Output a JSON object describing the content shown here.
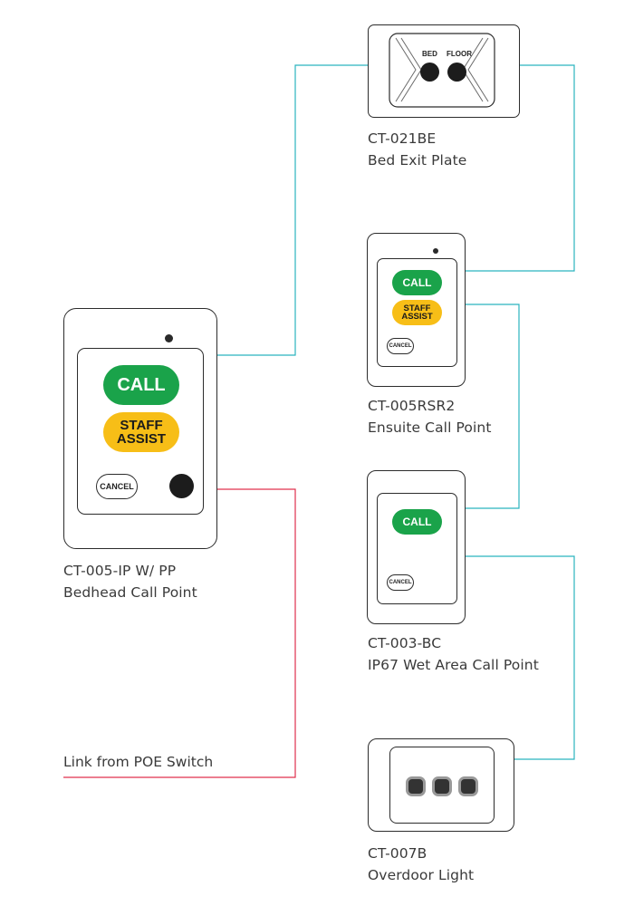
{
  "colors": {
    "data_wire": "#2bb3bf",
    "poe_wire": "#e0304e",
    "call_green": "#1aa34a",
    "assist_amber": "#f7be17"
  },
  "devices": {
    "bedhead": {
      "code": "CT-005-IP W/ PP",
      "name": "Bedhead Call Point",
      "call_label": "CALL",
      "assist_line1": "STAFF",
      "assist_line2": "ASSIST",
      "cancel_label": "CANCEL"
    },
    "bed_exit": {
      "code": "CT-021BE",
      "name": "Bed Exit Plate",
      "bed_label": "BED",
      "floor_label": "FLOOR"
    },
    "ensuite": {
      "code": "CT-005RSR2",
      "name": "Ensuite Call Point",
      "call_label": "CALL",
      "assist_line1": "STAFF",
      "assist_line2": "ASSIST",
      "cancel_label": "CANCEL"
    },
    "wet_area": {
      "code": "CT-003-BC",
      "name": "IP67 Wet Area Call Point",
      "call_label": "CALL",
      "cancel_label": "CANCEL"
    },
    "overdoor": {
      "code": "CT-007B",
      "name": "Overdoor Light"
    }
  },
  "poe_link": {
    "label": "Link from POE Switch"
  }
}
